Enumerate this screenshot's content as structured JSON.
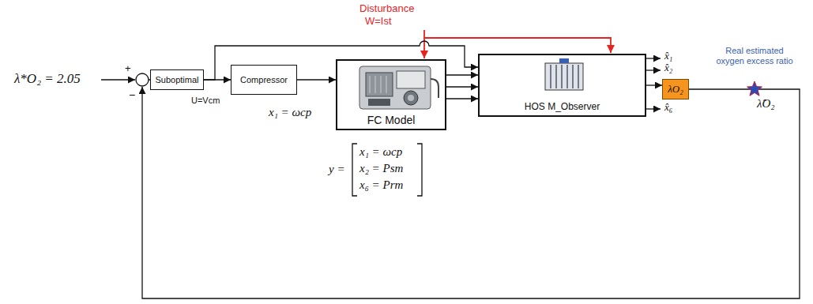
{
  "diagram": {
    "nodes": [
      {
        "text": [
          "Suboptimal"
        ]
      },
      {
        "text": [
          "Compressor"
        ]
      },
      {
        "text": [
          "FC Model"
        ]
      },
      {
        "text": [
          "HOS M_Observer"
        ]
      },
      {
        "text": [
          "λO₂"
        ]
      }
    ],
    "edges": [
      {
        "from": 0,
        "to": 1,
        "arrow": "to"
      },
      {
        "from": 1,
        "to": 2,
        "arrow": "to"
      },
      {
        "from": 2,
        "to": 3,
        "arrow": "to"
      },
      {
        "from": 2,
        "to": 3,
        "arrow": "to"
      },
      {
        "from": 2,
        "to": 3,
        "arrow": "to"
      },
      {
        "from": 0,
        "to": 3,
        "arrow": "to"
      },
      {
        "from": 3,
        "to": 4,
        "arrow": "to"
      }
    ],
    "labels": [
      "Disturbance",
      "W=Ist",
      "λ*O₂ = 2.05",
      "+",
      "−",
      "U=Vcm",
      "x₁ = ωcp",
      "y =",
      "x₁ = ωcp",
      "x₂ = Psm",
      "x₆ = Prm",
      "x̂₁",
      "x̂₂",
      "x̂₆",
      "Real estimated oxygen excess ratio",
      "λ̂O₂"
    ]
  }
}
